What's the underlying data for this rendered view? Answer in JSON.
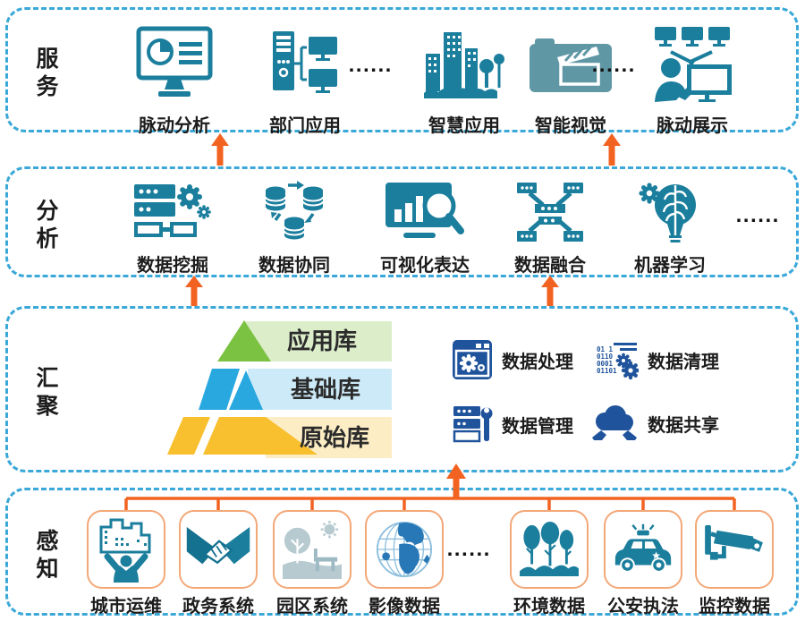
{
  "ellipsis": "......",
  "bands": {
    "service": {
      "label": "服务",
      "items": [
        "脉动分析",
        "部门应用",
        "智慧应用",
        "智能视觉",
        "脉动展示"
      ]
    },
    "analysis": {
      "label": "分析",
      "items": [
        "数据挖掘",
        "数据协同",
        "可视化表达",
        "数据融合",
        "机器学习"
      ]
    },
    "aggregation": {
      "label": "汇聚",
      "pyramid": [
        "应用库",
        "基础库",
        "原始库"
      ],
      "tools": [
        "数据处理",
        "数据清理",
        "数据管理",
        "数据共享"
      ]
    },
    "perception": {
      "label": "感知",
      "items": [
        "城市运维",
        "政务系统",
        "园区系统",
        "影像数据",
        "环境数据",
        "公安执法",
        "监控数据"
      ]
    }
  },
  "colors": {
    "teal": "#1b7e9d",
    "teal_dark": "#14718f",
    "muted_teal": "#5f97a5",
    "dark_blue": "#1f539b",
    "orange_arrow": "#f26322",
    "box_border_orange": "#f3a878",
    "band_dash_blue": "#3aa8d8",
    "pale_park": "#b6cad0",
    "pyramid_green": "#7cc242",
    "pyramid_green_light": "#dcedca",
    "pyramid_blue": "#29a8e0",
    "pyramid_blue_light": "#cdeaf8",
    "pyramid_yellow": "#f8bf2e",
    "pyramid_yellow_light": "#fcedc5"
  }
}
